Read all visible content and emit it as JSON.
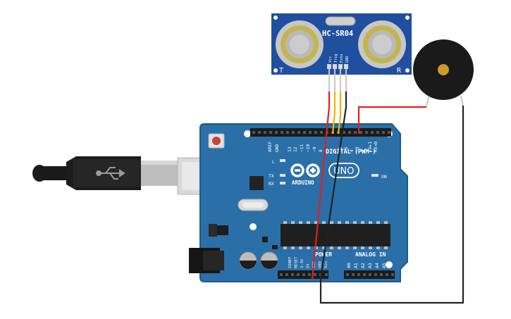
{
  "sensor": {
    "model": "HC-SR04",
    "left_mark": "T",
    "right_mark": "R",
    "pins": [
      "Vcc",
      "Trig",
      "Echo",
      "GND"
    ]
  },
  "arduino": {
    "brand": "ARDUINO",
    "model": "UNO",
    "digital_label": "DIGITAL (PWM~)",
    "header_labels": [
      "AREF",
      "GND",
      "13",
      "12",
      "~11",
      "~10",
      "~9",
      "8",
      "7",
      "~6",
      "~5",
      "4",
      "~3",
      "2",
      "TX▸1",
      "RX◂0"
    ],
    "led_labels": [
      "L",
      "TX",
      "RX"
    ],
    "on_label": "ON",
    "power_label": "POWER",
    "analog_label": "ANALOG IN",
    "power_pins": [
      "IOREF",
      "RESET",
      "3.3V",
      "5V",
      "GND",
      "GND",
      "Vin"
    ],
    "analog_pins": [
      "A0",
      "A1",
      "A2",
      "A3",
      "A4",
      "A5"
    ]
  },
  "colors": {
    "board": "#2a6fa8",
    "board_edge": "#1d5a8c",
    "sensor": "#1f4f9e",
    "wire_red": "#e02020",
    "wire_yellow": "#f2b400",
    "wire_black": "#222222",
    "wire_gray": "#c9c9c9",
    "buzzer": "#1a1a1a",
    "buzzer_center": "#d09a2a"
  }
}
